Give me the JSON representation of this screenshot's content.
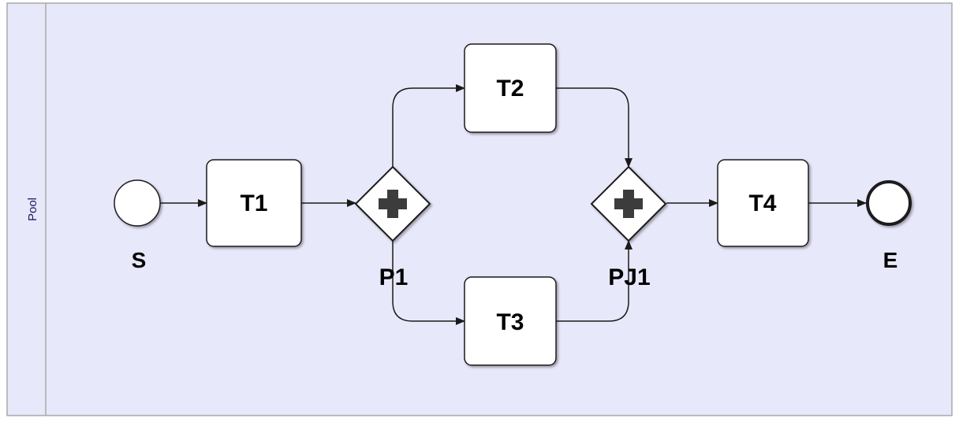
{
  "pool": {
    "label": "Pool"
  },
  "nodes": {
    "start": {
      "label": "S"
    },
    "t1": {
      "label": "T1"
    },
    "p1": {
      "label": "P1"
    },
    "t2": {
      "label": "T2"
    },
    "t3": {
      "label": "T3"
    },
    "pj1": {
      "label": "PJ1"
    },
    "t4": {
      "label": "T4"
    },
    "end": {
      "label": "E"
    }
  },
  "colors": {
    "pool_fill": "#e8e8fb",
    "pool_border": "#a9a9a9",
    "task_fill": "#ffffff",
    "stroke": "#1a1a1a",
    "gateway_symbol": "#3c3c3c"
  }
}
